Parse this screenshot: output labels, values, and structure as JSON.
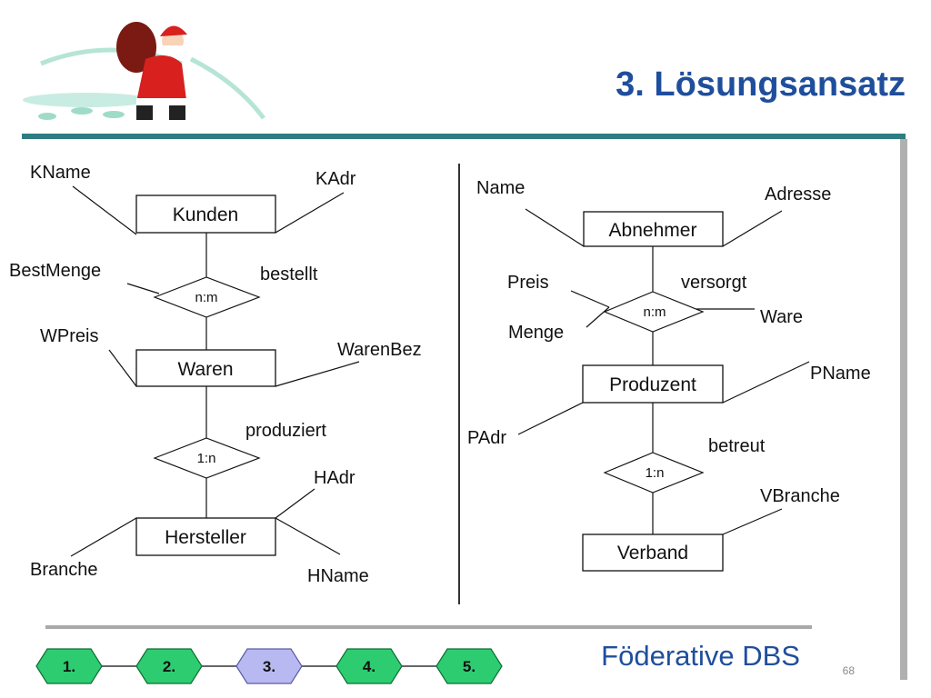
{
  "slide": {
    "title": "3. Lösungsansatz",
    "footer_title": "Föderative DBS",
    "page_number": "68"
  },
  "colors": {
    "title": "#1f4e9c",
    "divider": "#2e7d82",
    "nav_active": "#b9b9f2",
    "nav_inactive": "#2ecc71"
  },
  "diagram_left": {
    "entities": {
      "kunden": "Kunden",
      "waren": "Waren",
      "hersteller": "Hersteller"
    },
    "relationships": {
      "bestellt": {
        "name": "bestellt",
        "cardinality": "n:m"
      },
      "produziert": {
        "name": "produziert",
        "cardinality": "1:n"
      }
    },
    "attributes": {
      "kname": "KName",
      "kadr": "KAdr",
      "bestmenge": "BestMenge",
      "wpreis": "WPreis",
      "warenbez": "WarenBez",
      "hadr": "HAdr",
      "branche": "Branche",
      "hname": "HName"
    }
  },
  "diagram_right": {
    "entities": {
      "abnehmer": "Abnehmer",
      "produzent": "Produzent",
      "verband": "Verband"
    },
    "relationships": {
      "versorgt": {
        "name": "versorgt",
        "cardinality": "n:m"
      },
      "betreut": {
        "name": "betreut",
        "cardinality": "1:n"
      }
    },
    "attributes": {
      "name": "Name",
      "adresse": "Adresse",
      "preis": "Preis",
      "menge": "Menge",
      "ware": "Ware",
      "pname": "PName",
      "padr": "PAdr",
      "vbranche": "VBranche"
    }
  },
  "nav": {
    "items": [
      "1.",
      "2.",
      "3.",
      "4.",
      "5."
    ],
    "active_index": 2
  }
}
